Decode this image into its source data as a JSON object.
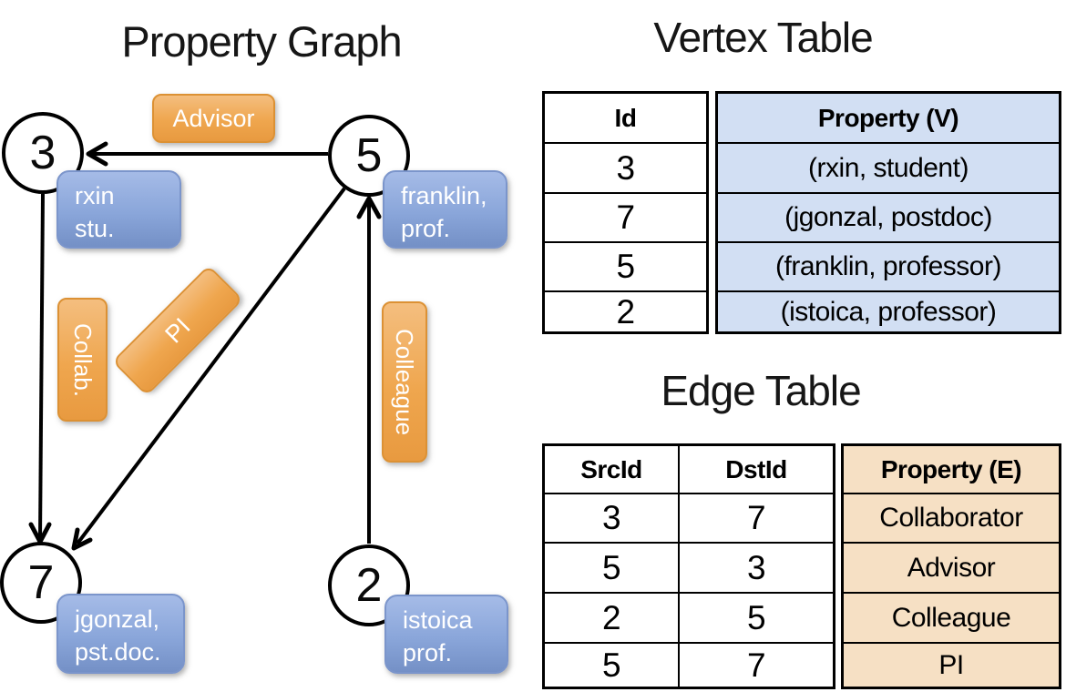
{
  "graph": {
    "title": "Property Graph",
    "vertices": [
      {
        "id": "3",
        "label_line1": "rxin",
        "label_line2": "stu."
      },
      {
        "id": "5",
        "label_line1": "franklin,",
        "label_line2": "prof."
      },
      {
        "id": "7",
        "label_line1": "jgonzal,",
        "label_line2": "pst.doc."
      },
      {
        "id": "2",
        "label_line1": "istoica",
        "label_line2": "prof."
      }
    ],
    "edge_labels": {
      "advisor": "Advisor",
      "collab": "Collab.",
      "pi": "PI",
      "colleague": "Colleague"
    }
  },
  "vertex_table": {
    "title": "Vertex Table",
    "headers": {
      "id": "Id",
      "property": "Property (V)"
    },
    "rows": [
      {
        "id": "3",
        "property": "(rxin, student)"
      },
      {
        "id": "7",
        "property": "(jgonzal, postdoc)"
      },
      {
        "id": "5",
        "property": "(franklin, professor)"
      },
      {
        "id": "2",
        "property": "(istoica, professor)"
      }
    ]
  },
  "edge_table": {
    "title": "Edge Table",
    "headers": {
      "src": "SrcId",
      "dst": "DstId",
      "property": "Property (E)"
    },
    "rows": [
      {
        "src": "3",
        "dst": "7",
        "property": "Collaborator"
      },
      {
        "src": "5",
        "dst": "3",
        "property": "Advisor"
      },
      {
        "src": "2",
        "dst": "5",
        "property": "Colleague"
      },
      {
        "src": "5",
        "dst": "7",
        "property": "PI"
      }
    ]
  },
  "colors": {
    "edge_pill_orange": "#EFA64E",
    "vertex_pill_blue": "#8AA6DA",
    "vertex_cell_bg": "#D2DFF3",
    "edge_cell_bg": "#F6E0C4",
    "line_color": "#000000"
  }
}
